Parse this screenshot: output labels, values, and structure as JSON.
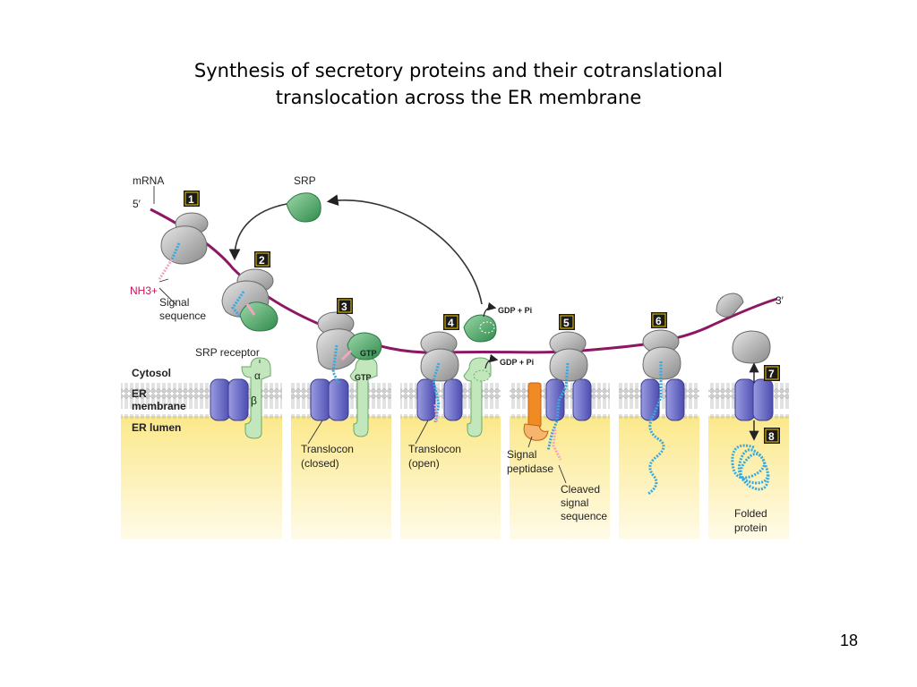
{
  "slide": {
    "title_line1": "Synthesis of secretory proteins and their cotranslational",
    "title_line2": "translocation across the ER membrane",
    "page_number": "18"
  },
  "figure": {
    "labels": {
      "mrna": "mRNA",
      "five_prime": "5′",
      "three_prime": "3′",
      "srp": "SRP",
      "nh3": "NH3+",
      "signal_sequence_1": "Signal",
      "signal_sequence_2": "sequence",
      "srp_receptor": "SRP receptor",
      "alpha": "α",
      "beta": "β",
      "cytosol": "Cytosol",
      "er_membrane_1": "ER",
      "er_membrane_2": "membrane",
      "er_lumen": "ER lumen",
      "gtp": "GTP",
      "gdp_pi": "GDP + Pi",
      "translocon_closed_1": "Translocon",
      "translocon_closed_2": "(closed)",
      "translocon_open_1": "Translocon",
      "translocon_open_2": "(open)",
      "signal_peptidase_1": "Signal",
      "signal_peptidase_2": "peptidase",
      "cleaved_1": "Cleaved",
      "cleaved_2": "signal",
      "cleaved_3": "sequence",
      "folded_1": "Folded",
      "folded_2": "protein"
    },
    "steps": [
      "1",
      "2",
      "3",
      "4",
      "5",
      "6",
      "7",
      "8"
    ],
    "colors": {
      "lumen": "#fdf3b8",
      "membrane_lipid": "#d9d9d9",
      "translocon": "#6e6fc8",
      "ribosome": "#a9a9a9",
      "mrna": "#8c1763",
      "srp": "#3f9a5c",
      "receptor": "#b7dfb0",
      "peptide": "#36a9e1",
      "signal_seq": "#f2a6c0",
      "peptidase": "#f08a22",
      "step_box": "#1a1a1a"
    }
  }
}
